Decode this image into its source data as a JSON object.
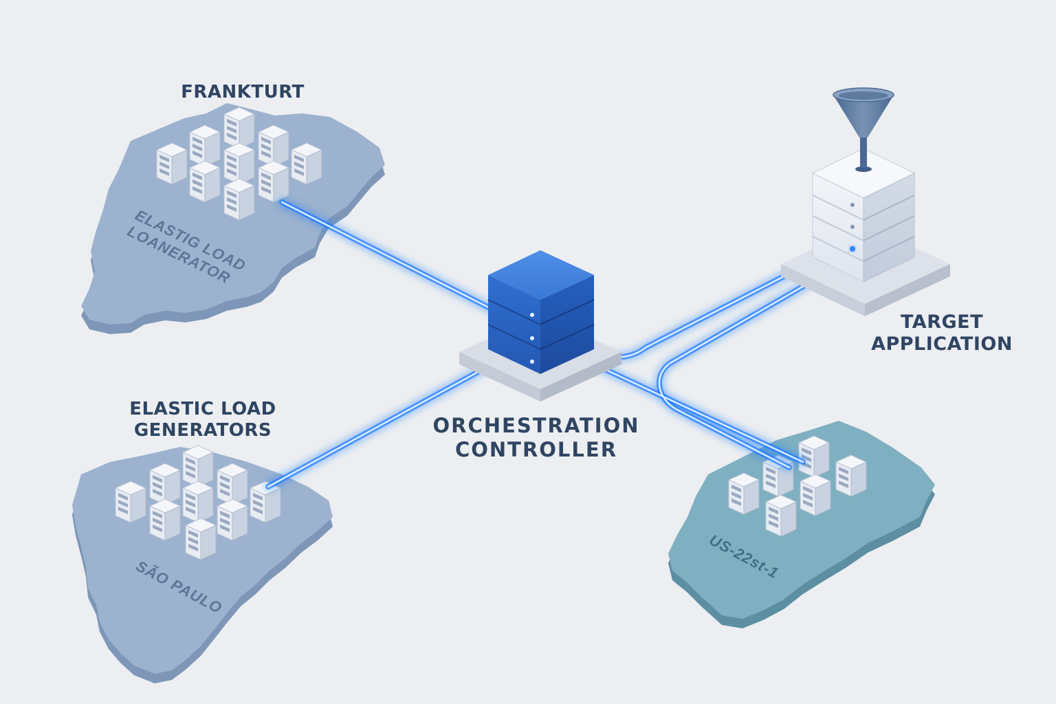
{
  "colors": {
    "background": "#eceef1",
    "region_blue": "#8fa8c7",
    "region_teal": "#6fa4b5",
    "link_glow": "#1f7cff",
    "controller": "#2f6fd0",
    "label_text": "#2f4562"
  },
  "labels": {
    "frankfurt_title": "FRANKTURT",
    "frankfurt_region_line1": "ELASTIG LOAD",
    "frankfurt_region_line2": "LOANERATOR",
    "target_line1": "TARGET",
    "target_line2": "APPLICATION",
    "orchestration_line1": "ORCHESTRATION",
    "orchestration_line2": "CONTROLLER",
    "elastic_line1": "ELASTIC LOAD",
    "elastic_line2": "GENERATORS",
    "sao_paulo": "SÃO PAULO",
    "us_east": "US-22st-1"
  },
  "icons": {
    "server_rack": "server-rack-icon",
    "funnel": "funnel-icon",
    "controller": "controller-server-icon"
  }
}
